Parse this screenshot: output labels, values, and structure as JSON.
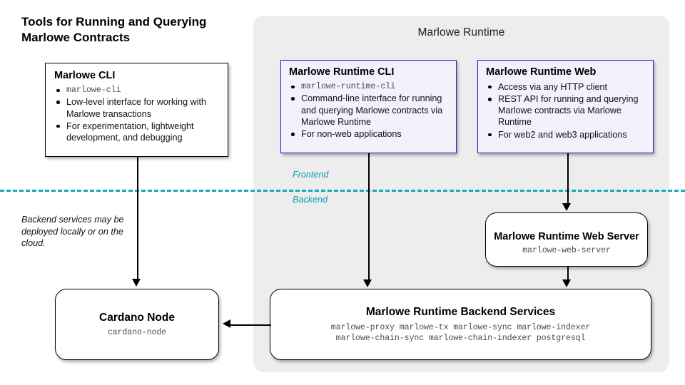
{
  "headline": "Tools for Running and Querying Marlowe Contracts",
  "runtime_panel": {
    "title": "Marlowe Runtime",
    "bg_color": "#ededed"
  },
  "divider": {
    "frontend_label": "Frontend",
    "backend_label": "Backend",
    "color": "#12a8bd",
    "style": "dashed"
  },
  "note": "Backend services may be deployed locally or on the cloud.",
  "boxes": {
    "marlowe_cli": {
      "title": "Marlowe CLI",
      "border_color": "#000000",
      "fill_color": "#ffffff",
      "bullets": [
        {
          "text": "marlowe-cli",
          "code": true
        },
        {
          "text": "Low-level interface for working with Marlowe transactions",
          "code": false
        },
        {
          "text": "For experimentation, lightweight development, and debugging",
          "code": false
        }
      ]
    },
    "runtime_cli": {
      "title": "Marlowe Runtime CLI",
      "border_color": "#2020cf",
      "fill_color": "#f2f1fc",
      "bullets": [
        {
          "text": "marlowe-runtime-cli",
          "code": true
        },
        {
          "text": "Command-line interface for running and querying Marlowe contracts via Marlowe Runtime",
          "code": false
        },
        {
          "text": "For non-web applications",
          "code": false
        }
      ]
    },
    "runtime_web": {
      "title": "Marlowe Runtime Web",
      "border_color": "#2020cf",
      "fill_color": "#f2f1fc",
      "bullets": [
        {
          "text": "Access via any HTTP client",
          "code": false
        },
        {
          "text": "REST API for running and querying Marlowe contracts via Marlowe Runtime",
          "code": false
        },
        {
          "text": "For web2 and web3 applications",
          "code": false
        }
      ]
    },
    "web_server": {
      "title": "Marlowe Runtime Web Server",
      "subtitle": "marlowe-web-server"
    },
    "cardano_node": {
      "title": "Cardano Node",
      "subtitle": "cardano-node"
    },
    "backend_services": {
      "title": "Marlowe Runtime Backend Services",
      "subtitle_line_1": "marlowe-proxy marlowe-tx marlowe-sync marlowe-indexer",
      "subtitle_line_2": "marlowe-chain-sync marlowe-chain-indexer postgresql"
    }
  },
  "connectors": [
    {
      "name": "marlowe-cli-to-cardano-node",
      "direction": "down"
    },
    {
      "name": "runtime-cli-to-backend-services",
      "direction": "down"
    },
    {
      "name": "runtime-web-to-web-server",
      "direction": "down"
    },
    {
      "name": "web-server-to-backend-services",
      "direction": "down"
    },
    {
      "name": "backend-services-to-cardano-node",
      "direction": "left"
    }
  ]
}
